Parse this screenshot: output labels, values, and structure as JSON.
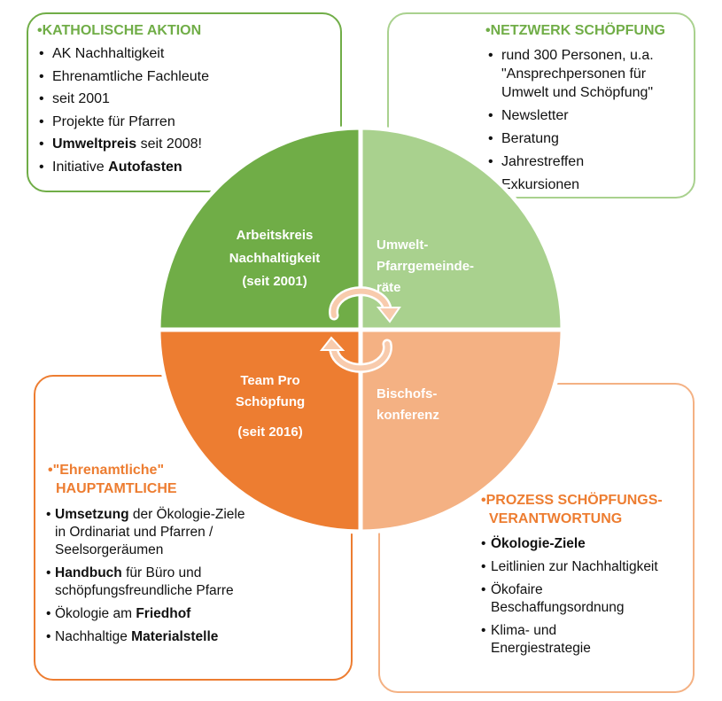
{
  "colors": {
    "green_dark": "#70AD47",
    "green_light": "#A9D18E",
    "orange_dark": "#ED7D31",
    "orange_light": "#F4B183"
  },
  "quadrants": {
    "top_left": {
      "lines": [
        "Arbeitskreis",
        "Nachhaltigkeit",
        "(seit 2001)"
      ]
    },
    "top_right": {
      "lines": [
        "Umwelt-",
        "Pfarrgemeinde-",
        "räte"
      ]
    },
    "bottom_left": {
      "lines": [
        "Team Pro",
        "Schöpfung",
        "(seit 2016)"
      ]
    },
    "bottom_right": {
      "lines": [
        "Bischofs-",
        "konferenz"
      ]
    }
  },
  "boxes": {
    "top_left": {
      "header": "KATHOLISCHE AKTION",
      "items": [
        {
          "text": "AK Nachhaltigkeit"
        },
        {
          "text": "Ehrenamtliche Fachleute"
        },
        {
          "text": "seit 2001"
        },
        {
          "text": "Projekte für Pfarren"
        },
        {
          "bold": "Umweltpreis",
          "text": " seit 2008!"
        },
        {
          "text": "Initiative ",
          "bold": "Autofasten"
        }
      ]
    },
    "top_right": {
      "header": "NETZWERK SCHÖPFUNG",
      "items": [
        {
          "text": "rund 300 Personen, u.a. \"Ansprechpersonen für Umwelt und Schöpfung\""
        },
        {
          "text": "Newsletter"
        },
        {
          "text": "Beratung"
        },
        {
          "text": "Jahrestreffen"
        },
        {
          "text": "Exkursionen"
        }
      ]
    },
    "bottom_left": {
      "header_line1": "\"Ehrenamtliche\"",
      "header_line2": "HAUPTAMTLICHE",
      "items": [
        {
          "bold": "Umsetzung",
          "text": " der Ökologie-Ziele in Ordinariat und Pfarren / Seelsorgeräumen"
        },
        {
          "bold": "Handbuch",
          "text": " für Büro und schöpfungsfreundliche Pfarre"
        },
        {
          "text": "Ökologie am ",
          "bold": "Friedhof"
        },
        {
          "text": "Nachhaltige ",
          "bold": "Materialstelle"
        }
      ]
    },
    "bottom_right": {
      "header_line1": "PROZESS SCHÖPFUNGS-",
      "header_line2": "VERANTWORTUNG",
      "items": [
        {
          "bold": "Ökologie-Ziele"
        },
        {
          "text": "Leitlinien zur Nachhaltigkeit"
        },
        {
          "text": "Ökofaire Beschaffungsordnung"
        },
        {
          "text": "Klima- und Energiestrategie"
        }
      ]
    }
  }
}
